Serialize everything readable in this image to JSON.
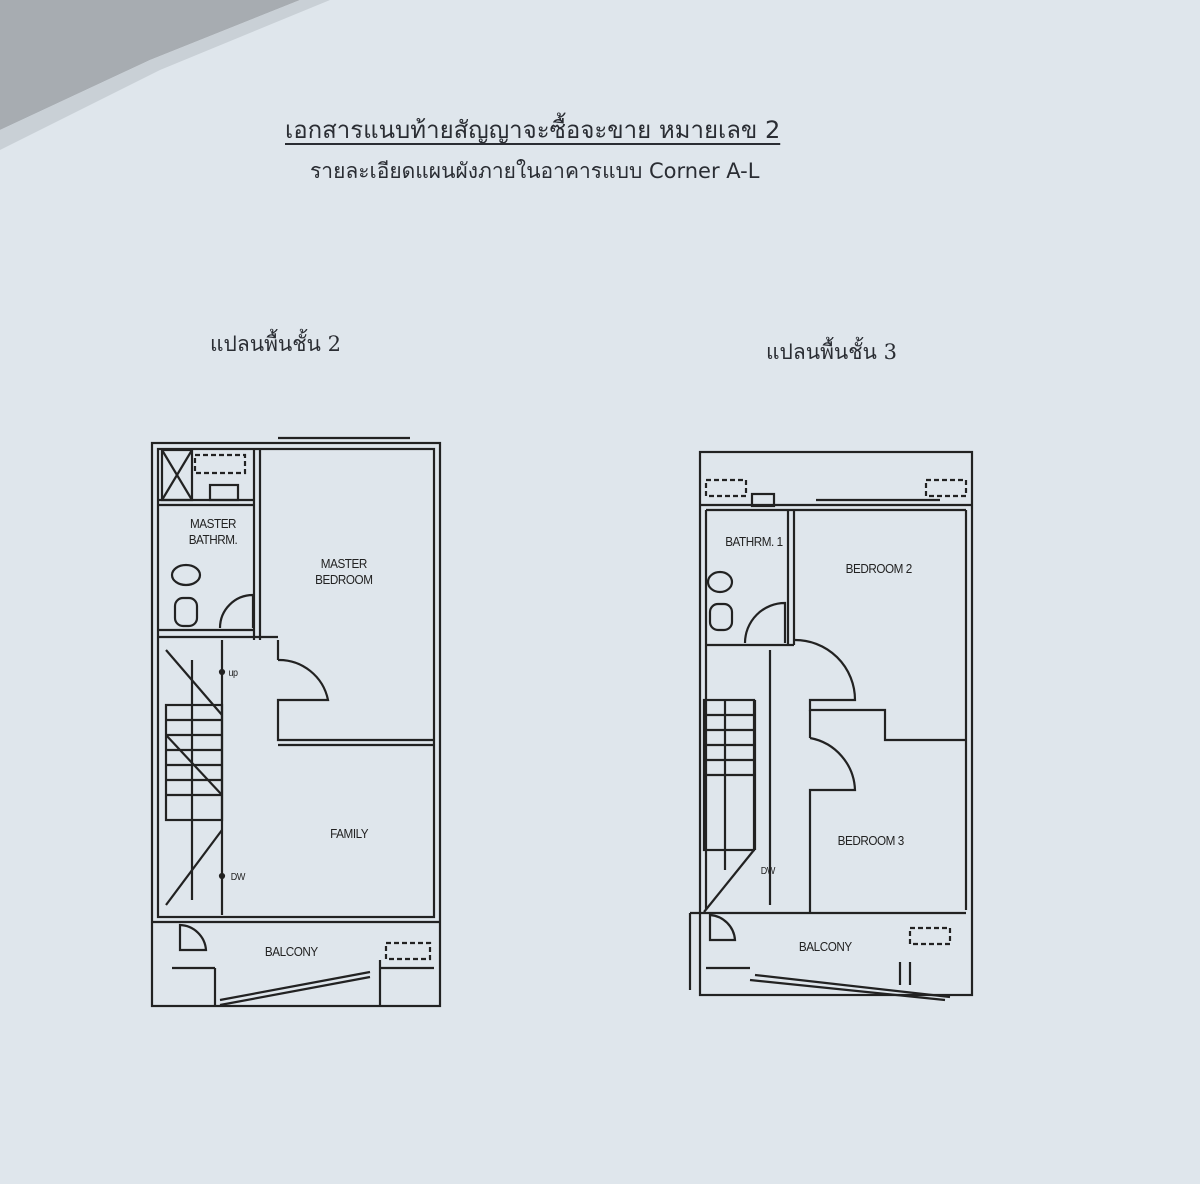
{
  "document": {
    "title": "เอกสารแนบท้ายสัญญาจะซื้อจะขาย หมายเลข 2",
    "subtitle": "รายละเอียดแผนผังภายในอาคารแบบ Corner A-L"
  },
  "floor2": {
    "title": "แปลนพื้นชั้น 2",
    "rooms": {
      "master_bathroom_1": "MASTER",
      "master_bathroom_2": "BATHRM.",
      "master_bedroom_1": "MASTER",
      "master_bedroom_2": "BEDROOM",
      "family": "FAMILY",
      "balcony": "BALCONY"
    },
    "stair_up": "up",
    "stair_down": "DW"
  },
  "floor3": {
    "title": "แปลนพื้นชั้น 3",
    "rooms": {
      "bathroom1": "BATHRM. 1",
      "bedroom2": "BEDROOM 2",
      "bedroom3": "BEDROOM 3",
      "balcony": "BALCONY"
    },
    "stair_down": "DW"
  },
  "colors": {
    "paper": "#dfe6ec",
    "ink": "#2a2d33",
    "shadow": "#9ea3a8"
  }
}
